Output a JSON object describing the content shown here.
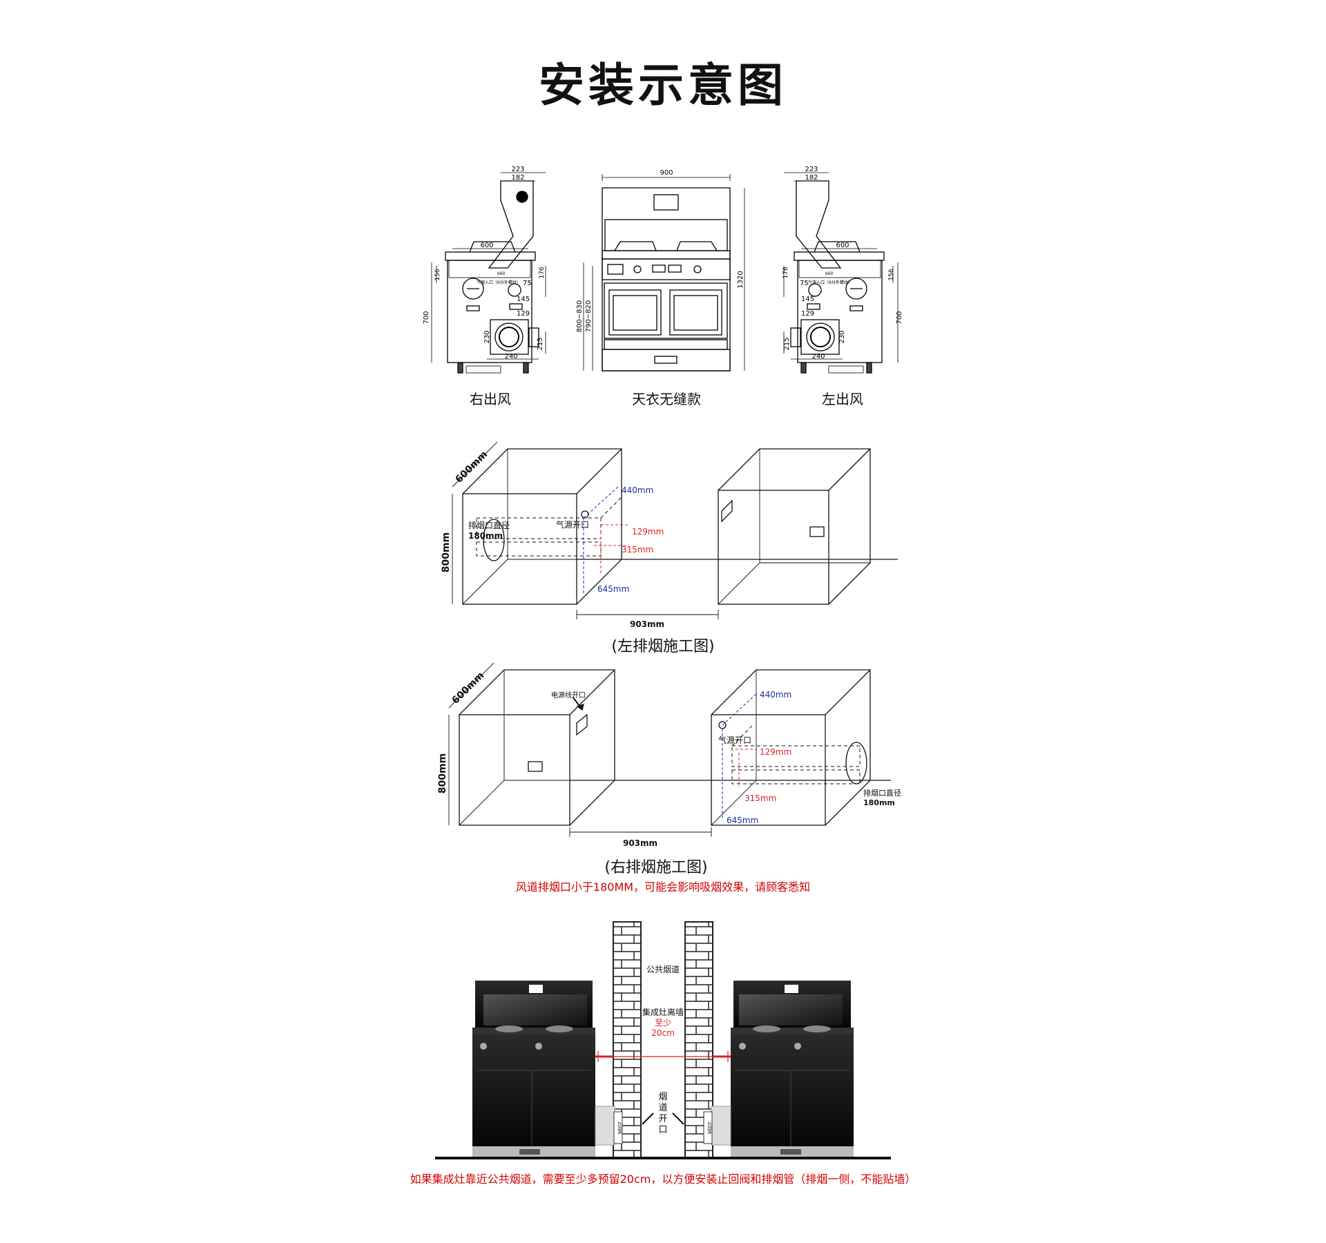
{
  "title": "安装示意图",
  "views": {
    "right_outlet": {
      "caption": "右出风",
      "dims": {
        "top_outer": "223",
        "top_inner": "182",
        "width": "600",
        "height": "700",
        "d156": "156",
        "d176": "176",
        "d75": "75",
        "d145": "145",
        "d129": "129",
        "d230": "230",
        "d215": "215",
        "d240": "240",
        "gas_note": "气源入口（6分外螺纹）",
        "d660": "660"
      }
    },
    "front": {
      "caption": "天衣无缝款",
      "dims": {
        "width": "900",
        "height": "1320",
        "range1": "800~830",
        "range2": "790~820"
      }
    },
    "left_outlet": {
      "caption": "左出风",
      "dims": {
        "top_outer": "223",
        "top_inner": "182",
        "width": "600",
        "height": "700",
        "d156": "156",
        "d176": "176",
        "d75": "75",
        "d145": "145",
        "d129": "129",
        "d230": "230",
        "d215": "215",
        "d240": "240",
        "gas_note": "气源入口（6分外螺纹）",
        "d660": "660"
      }
    }
  },
  "left_exhaust": {
    "caption": "(左排烟施工图)",
    "depth": "600mm",
    "height": "800mm",
    "width": "903mm",
    "exhaust_label": "排烟口直径",
    "exhaust_size": "180mm",
    "gas_opening": "气源开口",
    "d440": "440mm",
    "d129": "129mm",
    "d315": "315mm",
    "d645": "645mm"
  },
  "right_exhaust": {
    "caption": "(右排烟施工图)",
    "depth": "600mm",
    "height": "800mm",
    "width": "903mm",
    "power_opening": "电源线开口",
    "gas_opening": "气源开口",
    "exhaust_label": "排烟口直径",
    "exhaust_size": "180mm",
    "d440": "440mm",
    "d129": "129mm",
    "d315": "315mm",
    "d645": "645mm"
  },
  "duct_warning": "风道排烟口小于180MM，可能会影响吸烟效果，请顾客悉知",
  "flue": {
    "public_flue": "公共烟道",
    "distance_label": "集成灶离墙",
    "at_least": "至少",
    "distance": "20cm",
    "opening": [
      "烟",
      "道",
      "开",
      "口"
    ],
    "valve": "止回阀"
  },
  "bottom_warning": "如果集成灶靠近公共烟道，需要至少多预留20cm，以方便安装止回阀和排烟管（排烟一侧，不能贴墙）",
  "colors": {
    "warn": "#d40000",
    "blue_dim": "#1a2aa0",
    "red_dim": "#e02020"
  }
}
